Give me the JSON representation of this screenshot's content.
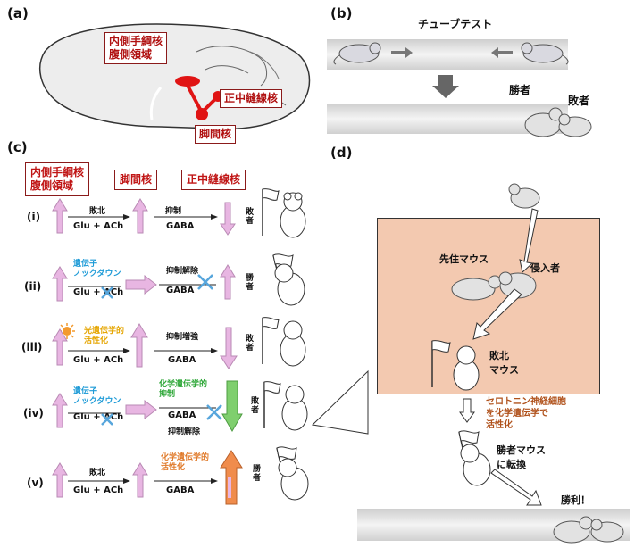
{
  "panel_a": {
    "label": "(a)",
    "box_habenula": [
      "内側手綱核",
      "腹側領域"
    ],
    "box_raphe": "正中縫線核",
    "box_ipn": "脚間核"
  },
  "panel_b": {
    "label": "(b)",
    "title": "チューブテスト",
    "winner": "勝者",
    "loser": "敗者"
  },
  "panel_c": {
    "label": "(c)",
    "header_habenula": [
      "内側手綱核",
      "腹側領域"
    ],
    "header_ipn": "脚間核",
    "header_raphe": "正中縫線核",
    "rows": [
      {
        "id": "(i)",
        "top1": "敗北",
        "bottom1": "Glu + ACh",
        "top2": "抑制",
        "bottom2": "GABA",
        "result": "敗者"
      },
      {
        "id": "(ii)",
        "top1": "遺伝子\nノックダウン",
        "bottom1": "Glu + ACh",
        "top2": "抑制解除",
        "bottom2": "GABA",
        "result": "勝者"
      },
      {
        "id": "(iii)",
        "top1": "光遺伝学的\n活性化",
        "bottom1": "Glu + ACh",
        "top2": "抑制増強",
        "bottom2": "GABA",
        "result": "敗者"
      },
      {
        "id": "(iv)",
        "top1": "遺伝子\nノックダウン",
        "bottom1": "Glu + ACh",
        "top2": "化学遺伝学的\n抑制",
        "bottom2": "GABA",
        "below2": "抑制解除",
        "result": "敗者"
      },
      {
        "id": "(v)",
        "top1": "敗北",
        "bottom1": "Glu + ACh",
        "top2": "化学遺伝学的\n活性化",
        "bottom2": "GABA",
        "result": "勝者"
      }
    ]
  },
  "panel_d": {
    "label": "(d)",
    "resident": "先住マウス",
    "intruder": "侵入者",
    "defeated": [
      "敗北",
      "マウス"
    ],
    "serotonin": [
      "セロトニン神経細胞",
      "を化学遺伝学で",
      "活性化"
    ],
    "converted": [
      "勝者マウス",
      "に転換"
    ],
    "victory": "勝利！"
  },
  "colors": {
    "pink_arrow": "#e8b6e2",
    "box_border": "#8b1a1a",
    "red_text": "#b01010",
    "cage": "#f3c9b0",
    "green": "#7fcf6e",
    "orange": "#f08c4c",
    "cross_blue": "#57a6dc"
  }
}
